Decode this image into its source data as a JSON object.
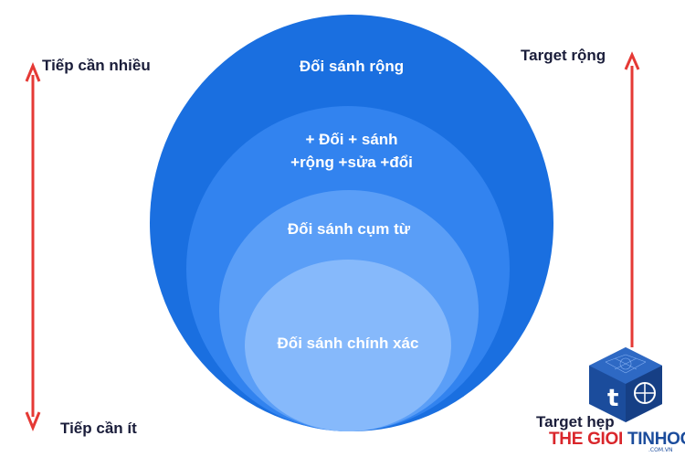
{
  "circles": {
    "outer": "Đối sánh rộng",
    "second_line1": "+ Đối + sánh",
    "second_line2": "+rộng +sửa +đổi",
    "third": "Đối sánh cụm từ",
    "inner": "Đối sánh chính xác"
  },
  "left_axis": {
    "top_label": "Tiếp cần nhiều",
    "bottom_label": "Tiếp cần ít"
  },
  "right_axis": {
    "top_label": "Target rộng",
    "bottom_label": "Target hẹp"
  },
  "logo": {
    "text_part1": "THE GIOI ",
    "text_part2": "TINHOC",
    "subtext": ".COM.VN",
    "letter": "t"
  },
  "colors": {
    "outer_circle": "#1a6fe0",
    "second_circle": "#3283ef",
    "third_circle": "#5a9ef7",
    "inner_circle": "#86b9fb",
    "arrow": "#e53935",
    "label_text": "#1a1d3a"
  }
}
